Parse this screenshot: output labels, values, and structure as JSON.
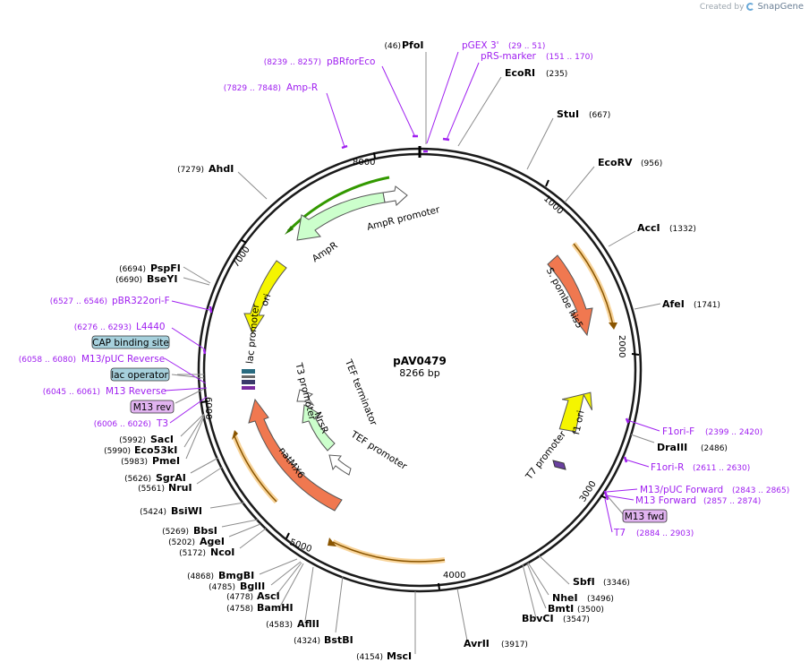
{
  "brand": {
    "created_by": "Created by",
    "product": "SnapGene"
  },
  "plasmid": {
    "name": "pAV0479",
    "length_label": "8266 bp",
    "length": 8266
  },
  "colors": {
    "backbone": "#1a1a1a",
    "primer": "#a020f0",
    "enzyme_line": "#8c8c8c",
    "promoter": "#ffffff",
    "ori": "#f5f500",
    "amp": "#ccffcc",
    "marker": "#f07850",
    "orf": "#f0a020",
    "ampline": "#339900",
    "cap": "#a6d0dc",
    "m13": "#e1b4f0"
  },
  "ticks": [
    {
      "pos": 1000,
      "label": "1000"
    },
    {
      "pos": 2000,
      "label": "2000"
    },
    {
      "pos": 3000,
      "label": "3000"
    },
    {
      "pos": 4000,
      "label": "4000"
    },
    {
      "pos": 5000,
      "label": "5000"
    },
    {
      "pos": 6000,
      "label": "6000"
    },
    {
      "pos": 7000,
      "label": "7000"
    },
    {
      "pos": 8000,
      "label": "8000"
    }
  ],
  "enzymes": [
    {
      "name": "PfoI",
      "pos_label": "(46)",
      "pos": 46
    },
    {
      "name": "EcoRI",
      "pos_label": "(235)",
      "pos": 235
    },
    {
      "name": "StuI",
      "pos_label": "(667)",
      "pos": 667
    },
    {
      "name": "EcoRV",
      "pos_label": "(956)",
      "pos": 956
    },
    {
      "name": "AccI",
      "pos_label": "(1332)",
      "pos": 1332
    },
    {
      "name": "AfeI",
      "pos_label": "(1741)",
      "pos": 1741
    },
    {
      "name": "DraIII",
      "pos_label": "(2486)",
      "pos": 2486
    },
    {
      "name": "SbfI",
      "pos_label": "(3346)",
      "pos": 3346
    },
    {
      "name": "NheI",
      "pos_label": "(3496)",
      "pos": 3496
    },
    {
      "name": "BmtI",
      "pos_label": "(3500)",
      "pos": 3500
    },
    {
      "name": "BbvCI",
      "pos_label": "(3547)",
      "pos": 3547
    },
    {
      "name": "AvrII",
      "pos_label": "(3917)",
      "pos": 3917
    },
    {
      "name": "MscI",
      "pos_label": "(4154)",
      "pos": 4154
    },
    {
      "name": "BstBI",
      "pos_label": "(4324)",
      "pos": 4324
    },
    {
      "name": "AflII",
      "pos_label": "(4583)",
      "pos": 4583
    },
    {
      "name": "BamHI",
      "pos_label": "(4758)",
      "pos": 4758
    },
    {
      "name": "AscI",
      "pos_label": "(4778)",
      "pos": 4778
    },
    {
      "name": "BglII",
      "pos_label": "(4785)",
      "pos": 4785
    },
    {
      "name": "BmgBI",
      "pos_label": "(4868)",
      "pos": 4868
    },
    {
      "name": "NcoI",
      "pos_label": "(5172)",
      "pos": 5172
    },
    {
      "name": "AgeI",
      "pos_label": "(5202)",
      "pos": 5202
    },
    {
      "name": "BbsI",
      "pos_label": "(5269)",
      "pos": 5269
    },
    {
      "name": "BsiWI",
      "pos_label": "(5424)",
      "pos": 5424
    },
    {
      "name": "NruI",
      "pos_label": "(5561)",
      "pos": 5561
    },
    {
      "name": "SgrAI",
      "pos_label": "(5626)",
      "pos": 5626
    },
    {
      "name": "PmeI",
      "pos_label": "(5983)",
      "pos": 5983
    },
    {
      "name": "Eco53kI",
      "pos_label": "(5990)",
      "pos": 5990
    },
    {
      "name": "SacI",
      "pos_label": "(5992)",
      "pos": 5992
    },
    {
      "name": "BseYI",
      "pos_label": "(6690)",
      "pos": 6690
    },
    {
      "name": "PspFI",
      "pos_label": "(6694)",
      "pos": 6694
    },
    {
      "name": "AhdI",
      "pos_label": "(7279)",
      "pos": 7279
    }
  ],
  "primers": [
    {
      "name": "pGEX 3'",
      "pos_label": "(29 .. 51)",
      "pos": 40
    },
    {
      "name": "pRS-marker",
      "pos_label": "(151 .. 170)",
      "pos": 160
    },
    {
      "name": "pBRforEco",
      "pos_label": "(8239 .. 8257)",
      "pos": 8248
    },
    {
      "name": "Amp-R",
      "pos_label": "(7829 .. 7848)",
      "pos": 7838
    },
    {
      "name": "pBR322ori-F",
      "pos_label": "(6527 .. 6546)",
      "pos": 6536
    },
    {
      "name": "L4440",
      "pos_label": "(6276 .. 6293)",
      "pos": 6285
    },
    {
      "name": "M13/pUC Reverse",
      "pos_label": "(6058 .. 6080)",
      "pos": 6069
    },
    {
      "name": "M13 Reverse",
      "pos_label": "(6045 .. 6061)",
      "pos": 6053
    },
    {
      "name": "T3",
      "pos_label": "(6006 .. 6026)",
      "pos": 6016
    },
    {
      "name": "F1ori-F",
      "pos_label": "(2399 .. 2420)",
      "pos": 2410
    },
    {
      "name": "F1ori-R",
      "pos_label": "(2611 .. 2630)",
      "pos": 2620
    },
    {
      "name": "M13/pUC Forward",
      "pos_label": "(2843 .. 2865)",
      "pos": 2854
    },
    {
      "name": "M13 Forward",
      "pos_label": "(2857 .. 2874)",
      "pos": 2865
    },
    {
      "name": "T7",
      "pos_label": "(2884 .. 2903)",
      "pos": 2893
    }
  ],
  "boxed_features": [
    {
      "name": "CAP binding site",
      "color": "#a6d0dc"
    },
    {
      "name": "lac operator",
      "color": "#a6d0dc"
    },
    {
      "name": "M13 rev",
      "color": "#e1b4f0"
    },
    {
      "name": "M13 fwd",
      "color": "#e1b4f0"
    }
  ],
  "features": [
    {
      "name": "AmpR promoter",
      "start": 8150,
      "end": 8250,
      "color": "#ffffff"
    },
    {
      "name": "AmpR",
      "start": 7300,
      "end": 8150,
      "color": "#ccffcc"
    },
    {
      "name": "ori",
      "start": 6650,
      "end": 7250,
      "color": "#f5f500"
    },
    {
      "name": "S. pombe his5",
      "start": 1200,
      "end": 1900,
      "color": "#f07850"
    },
    {
      "name": "f1 ori",
      "start": 2200,
      "end": 2650,
      "color": "#f5f500"
    },
    {
      "name": "T7 promoter",
      "start": 2700,
      "end": 2720,
      "color": "#ffffff"
    },
    {
      "name": "natMX6",
      "start": 5100,
      "end": 5900,
      "color": "#f07850"
    },
    {
      "name": "NrsR",
      "start": 5500,
      "end": 5850,
      "color": "#ccffcc"
    },
    {
      "name": "TEF promoter",
      "start": 5350,
      "end": 5450,
      "color": "#ffffff"
    },
    {
      "name": "TEF terminator",
      "start": 5900,
      "end": 6000,
      "color": "#ffffff"
    },
    {
      "name": "lac promoter",
      "start": 6080,
      "end": 6120,
      "color": "#ffffff"
    },
    {
      "name": "T3 promoter",
      "start": 6020,
      "end": 6040,
      "color": "#ffffff"
    }
  ]
}
